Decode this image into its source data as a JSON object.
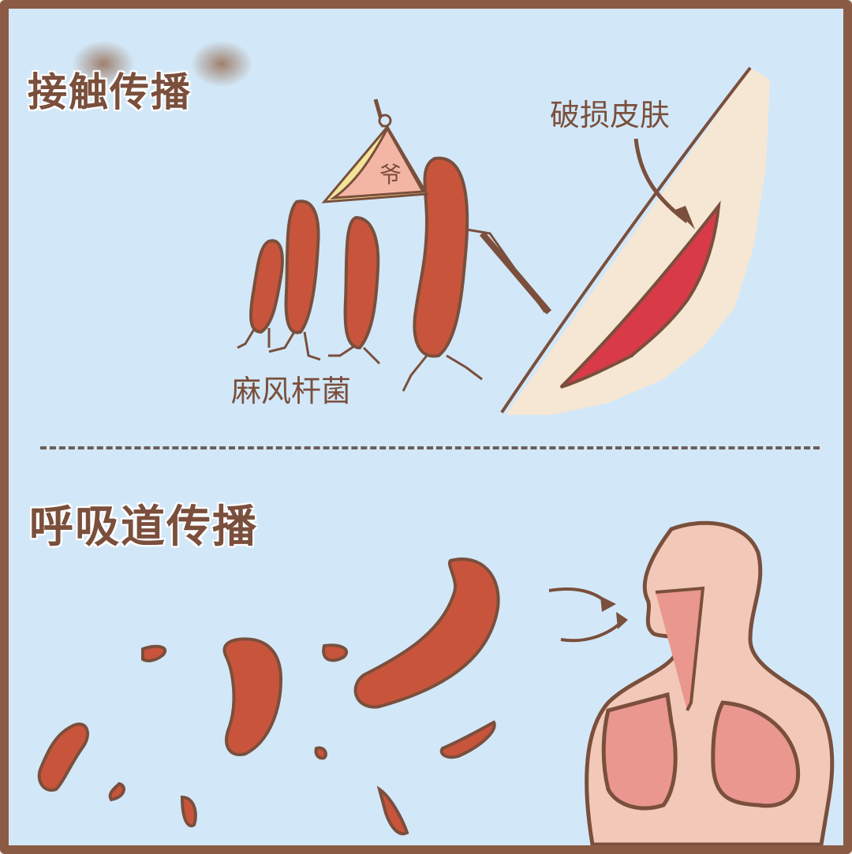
{
  "sections": {
    "top": {
      "title": "接触传播",
      "label_bacteria": "麻风杆菌",
      "label_skin": "破损皮肤",
      "flag_text": "爷"
    },
    "bottom": {
      "title": "呼吸道传播"
    }
  },
  "colors": {
    "background": "#d2e8f8",
    "frame": "#8a5a44",
    "outline": "#7a4f3c",
    "bacteria": "#c8543c",
    "wound": "#d83a48",
    "skin": "#f6e6d4",
    "body": "#f2c8b8",
    "lungs": "#e9978f",
    "flag": "#f4b6a4",
    "flag_fringe": "#f3e49a"
  }
}
